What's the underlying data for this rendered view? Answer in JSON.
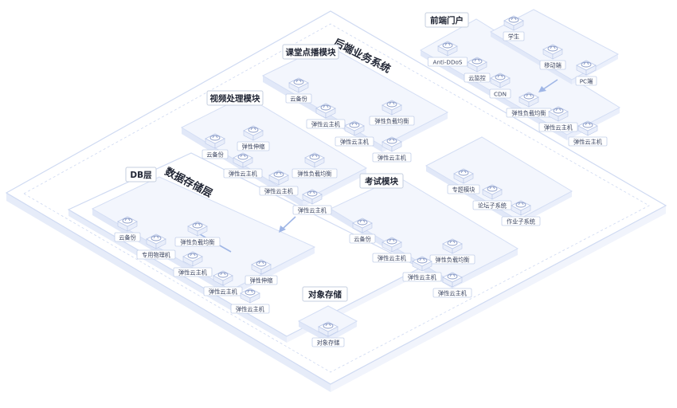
{
  "zones": {
    "backend": "后端业务系统",
    "storage": "数据存储层",
    "frontend": "前端门户",
    "classroom": "课堂点播模块",
    "video": "视频处理模块",
    "exam": "考试模块",
    "db": "DB层",
    "object": "对象存储"
  },
  "frontend_nodes": [
    "学生",
    "Anti-DDoS",
    "移动端",
    "云监控",
    "PC端",
    "CDN",
    "弹性负载均衡",
    "弹性云主机",
    "弹性云主机"
  ],
  "classroom_nodes": [
    "云备份",
    "弹性云主机",
    "弹性负载均衡",
    "弹性云主机",
    "弹性云主机"
  ],
  "video_nodes": [
    "云备份",
    "弹性伸缩",
    "弹性云主机",
    "弹性负载均衡",
    "弹性云主机",
    "弹性云主机"
  ],
  "subsystem_nodes": [
    "专题模块",
    "论坛子系统",
    "作业子系统"
  ],
  "exam_nodes": [
    "云备份",
    "弹性云主机",
    "弹性负载均衡",
    "弹性云主机",
    "弹性云主机"
  ],
  "db_nodes": [
    "云备份",
    "专用物理机",
    "弹性负载均衡",
    "弹性云主机",
    "弹性伸缩",
    "弹性云主机",
    "弹性云主机"
  ],
  "object_nodes": [
    "对象存储"
  ],
  "colors": {
    "accent": "#9fb6e6",
    "platform": "#f3f6fd",
    "border": "#cfdaf2",
    "text": "#1f2433"
  }
}
